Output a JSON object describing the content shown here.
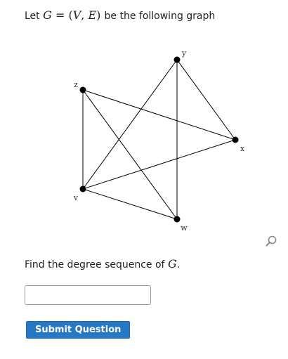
{
  "problem": {
    "intro_text": "Let",
    "graph_symbol": "G",
    "equals": "=",
    "vertex_set": "V",
    "edge_set": "E",
    "intro_suffix": "be the following graph",
    "question_text": "Find the degree sequence of",
    "question_symbol": "G",
    "question_period": "."
  },
  "graph": {
    "vertices": [
      {
        "id": "y",
        "label": "y"
      },
      {
        "id": "z",
        "label": "z"
      },
      {
        "id": "x",
        "label": "x"
      },
      {
        "id": "v",
        "label": "v"
      },
      {
        "id": "w",
        "label": "w"
      }
    ],
    "edges": [
      [
        "z",
        "x"
      ],
      [
        "z",
        "v"
      ],
      [
        "z",
        "w"
      ],
      [
        "y",
        "v"
      ],
      [
        "y",
        "w"
      ],
      [
        "y",
        "x"
      ],
      [
        "v",
        "x"
      ],
      [
        "v",
        "w"
      ]
    ]
  },
  "answer": {
    "value": "",
    "placeholder": ""
  },
  "submit": {
    "label": "Submit Question"
  },
  "icons": {
    "zoom": "magnifier-icon"
  },
  "colors": {
    "button": "#2677c5",
    "edge": "#000000",
    "text": "#222222"
  }
}
